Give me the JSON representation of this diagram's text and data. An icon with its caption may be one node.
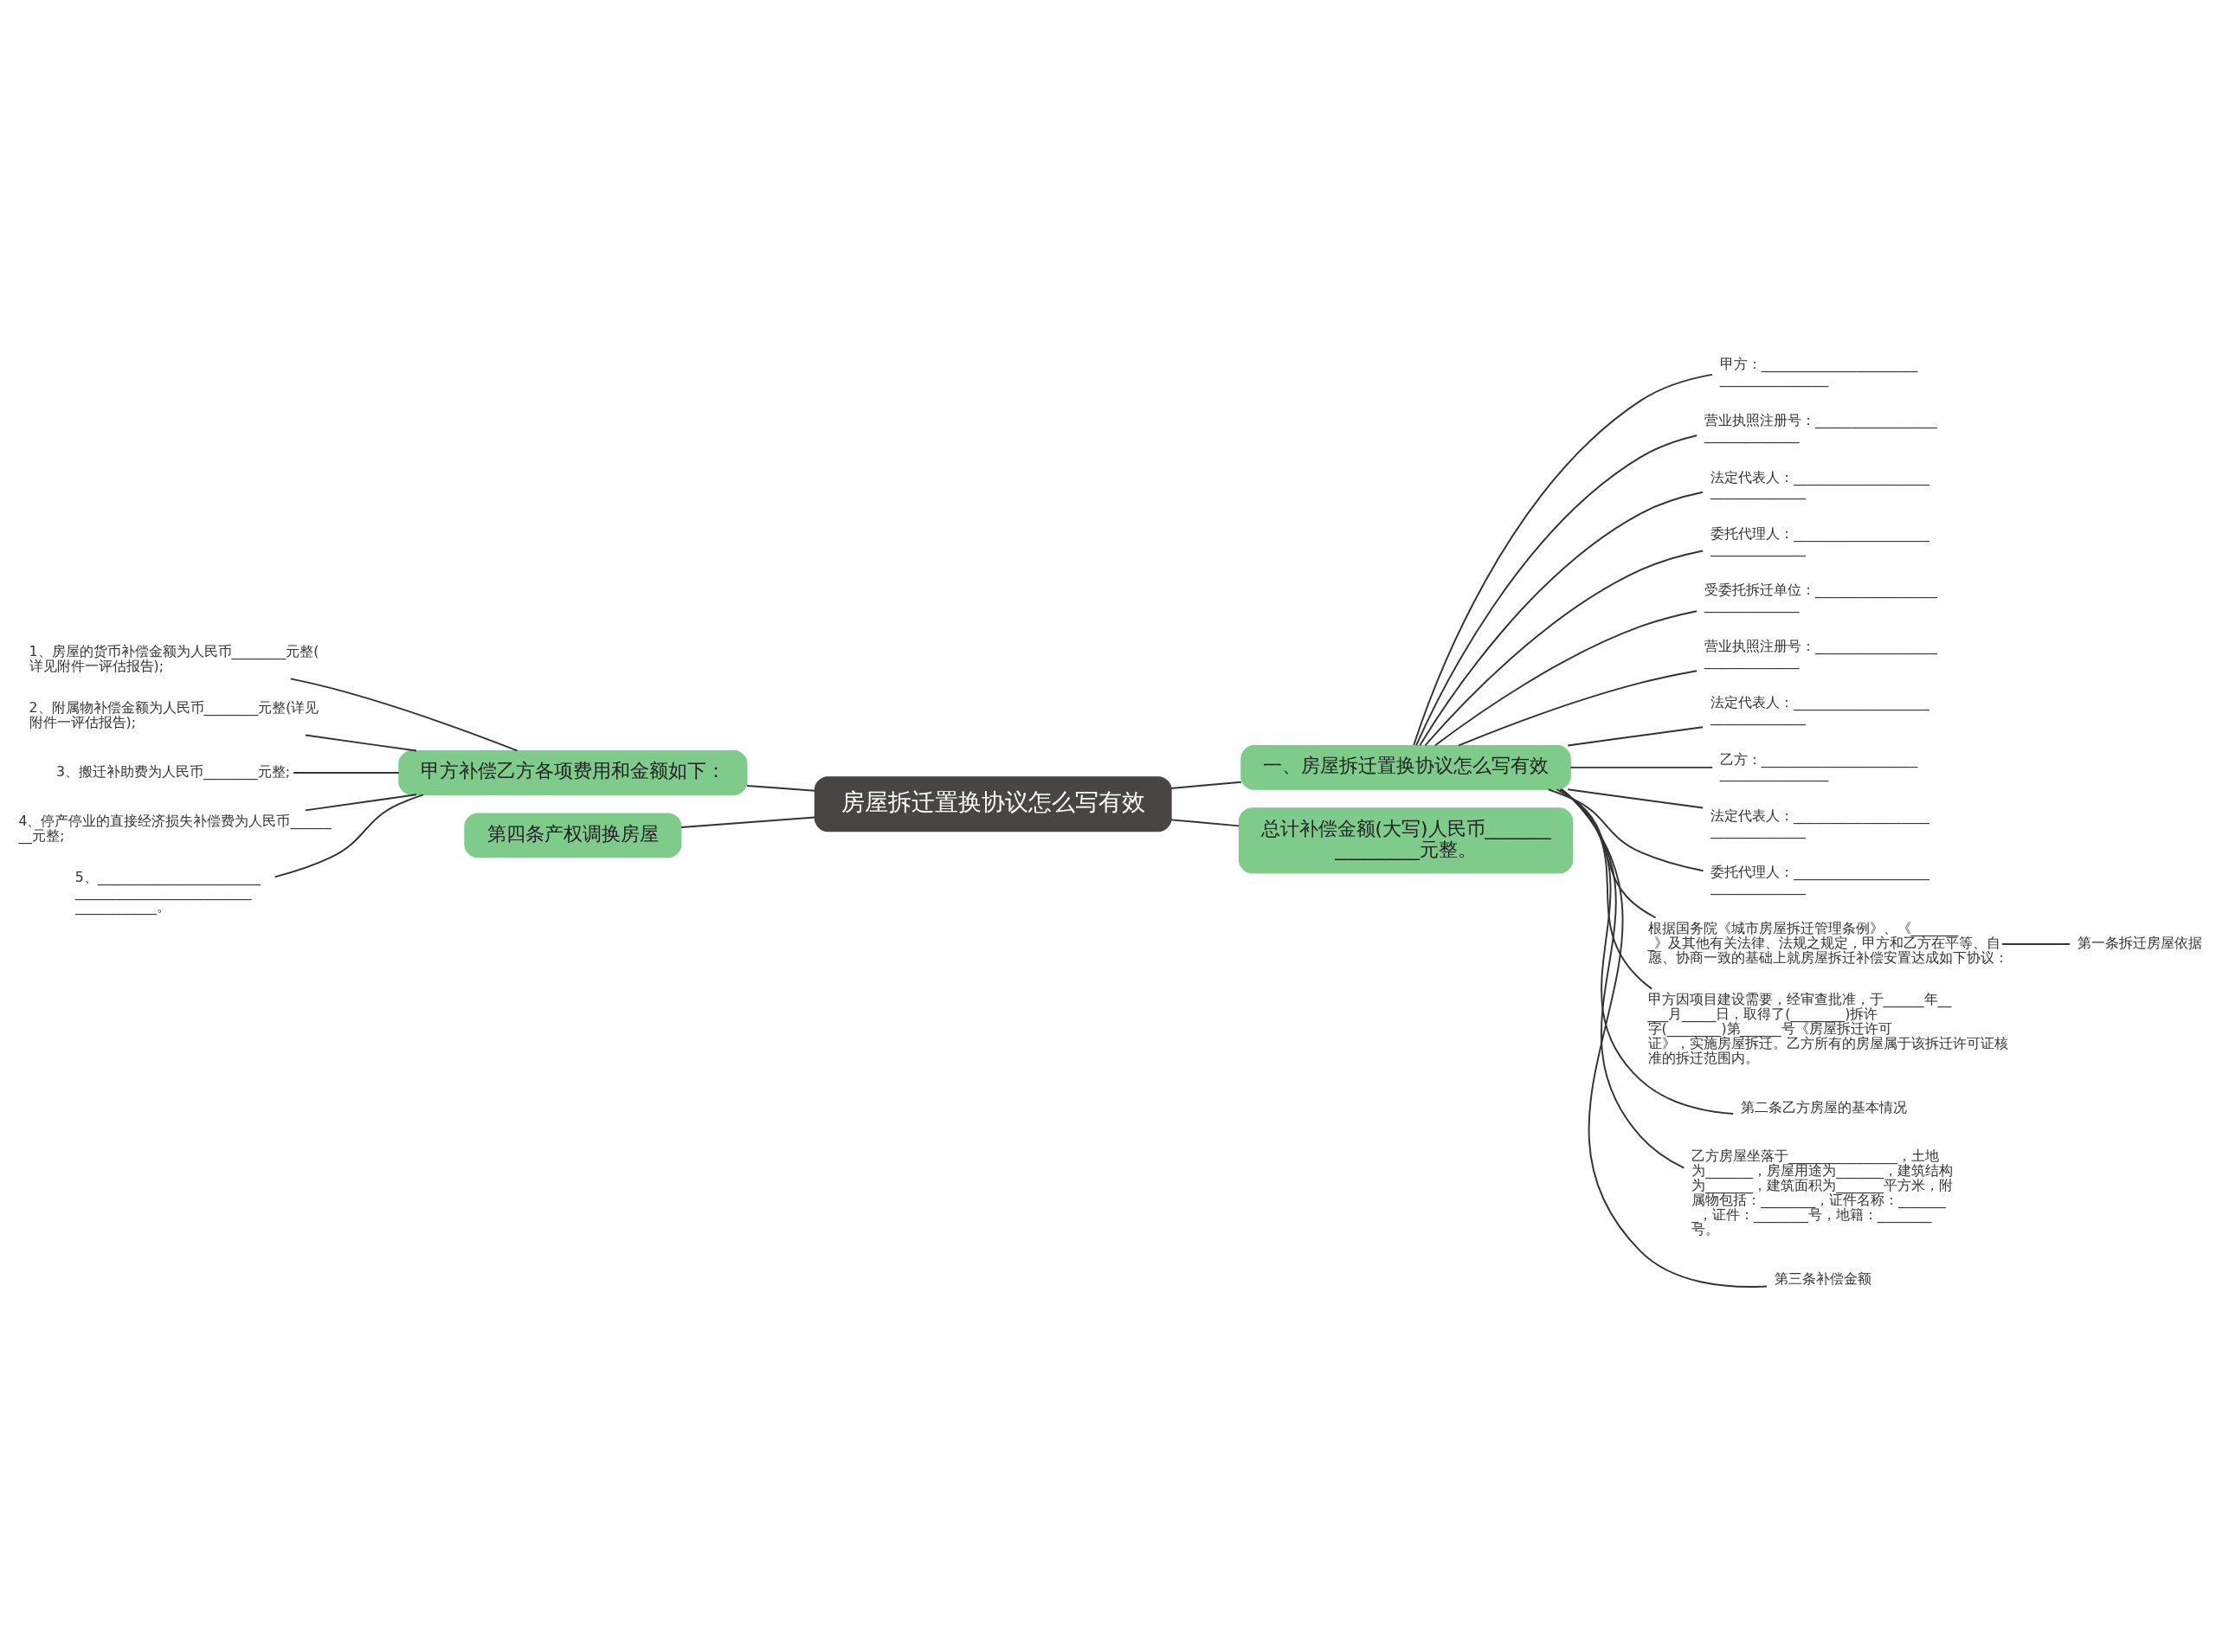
{
  "diagram": {
    "nodes": [
      {
        "text": [
          "房屋拆迁置换协议怎么写有效"
        ]
      },
      {
        "text": [
          "一、房屋拆迁置换协议怎么写有效"
        ]
      },
      {
        "text": [
          "甲方：_______________________________________"
        ]
      },
      {
        "text": [
          "营业执照注册号：________________________________"
        ]
      },
      {
        "text": [
          "法定代表人：__________________________________"
        ]
      },
      {
        "text": [
          "委托代理人：__________________________________"
        ]
      },
      {
        "text": [
          "受委托拆迁单位：________________________________"
        ]
      },
      {
        "text": [
          "营业执照注册号：________________________________"
        ]
      },
      {
        "text": [
          "法定代表人：__________________________________"
        ]
      },
      {
        "text": [
          "乙方：_______________________________________"
        ]
      },
      {
        "text": [
          "法定代表人：__________________________________"
        ]
      },
      {
        "text": [
          "委托代理人：__________________________________"
        ]
      },
      {
        "text": [
          "根据国务院《城市房屋拆迁管理条例》、《________》及其他有关法律、法规之规定，甲方和乙方在平等、自愿、协商一致的基础上就房屋拆迁补偿安置达成如下协议："
        ]
      },
      {
        "text": [
          "甲方因项目建设需要，经审查批准，于______年_____月_____日，取得了(________)拆许字(________)第______号《房屋拆迁许可证》，实施房屋拆迁。乙方所有的房屋属于该拆迁许可证核准的拆迁范围内。"
        ]
      },
      {
        "text": [
          "第二条乙方房屋的基本情况"
        ]
      },
      {
        "text": [
          "乙方房屋坐落于________________，土地为_______，房屋用途为_______，建筑结构为_______，建筑面积为_______平方米，附属物包括：________，证件名称：________，证件：________号，地籍：________号。"
        ]
      },
      {
        "text": [
          "第三条补偿金额"
        ]
      },
      {
        "text": [
          "第一条拆迁房屋依据"
        ]
      },
      {
        "text": [
          "甲方补偿乙方各项费用和金额如下："
        ]
      },
      {
        "text": [
          "1、房屋的货币补偿金额为人民币________元整(详见附件一评估报告);"
        ]
      },
      {
        "text": [
          "2、附属物补偿金额为人民币________元整(详见附件一评估报告);"
        ]
      },
      {
        "text": [
          "3、搬迁补助费为人民币________元整;"
        ]
      },
      {
        "text": [
          "4、停产停业的直接经济损失补偿费为人民币________元整;"
        ]
      },
      {
        "text": [
          "5、______________________________________________________________。"
        ]
      },
      {
        "text": [
          "第四条产权调换房屋"
        ]
      },
      {
        "text": [
          "总计补偿金额(大写)人民币________________元整。"
        ]
      }
    ],
    "edges": [
      {
        "from": 0,
        "to": 1,
        "arrow": "none"
      },
      {
        "from": 1,
        "to": 2,
        "arrow": "none"
      },
      {
        "from": 1,
        "to": 3,
        "arrow": "none"
      },
      {
        "from": 1,
        "to": 4,
        "arrow": "none"
      },
      {
        "from": 1,
        "to": 5,
        "arrow": "none"
      },
      {
        "from": 1,
        "to": 6,
        "arrow": "none"
      },
      {
        "from": 1,
        "to": 7,
        "arrow": "none"
      },
      {
        "from": 1,
        "to": 8,
        "arrow": "none"
      },
      {
        "from": 1,
        "to": 9,
        "arrow": "none"
      },
      {
        "from": 1,
        "to": 10,
        "arrow": "none"
      },
      {
        "from": 1,
        "to": 11,
        "arrow": "none"
      },
      {
        "from": 1,
        "to": 12,
        "arrow": "none"
      },
      {
        "from": 1,
        "to": 13,
        "arrow": "none"
      },
      {
        "from": 1,
        "to": 14,
        "arrow": "none"
      },
      {
        "from": 1,
        "to": 15,
        "arrow": "none"
      },
      {
        "from": 1,
        "to": 16,
        "arrow": "none"
      },
      {
        "from": 12,
        "to": 17,
        "arrow": "none"
      },
      {
        "from": 0,
        "to": 18,
        "arrow": "none"
      },
      {
        "from": 18,
        "to": 19,
        "arrow": "none"
      },
      {
        "from": 18,
        "to": 20,
        "arrow": "none"
      },
      {
        "from": 18,
        "to": 21,
        "arrow": "none"
      },
      {
        "from": 18,
        "to": 22,
        "arrow": "none"
      },
      {
        "from": 18,
        "to": 23,
        "arrow": "none"
      },
      {
        "from": 0,
        "to": 24,
        "arrow": "none"
      },
      {
        "from": 0,
        "to": 25,
        "arrow": "none"
      }
    ]
  }
}
